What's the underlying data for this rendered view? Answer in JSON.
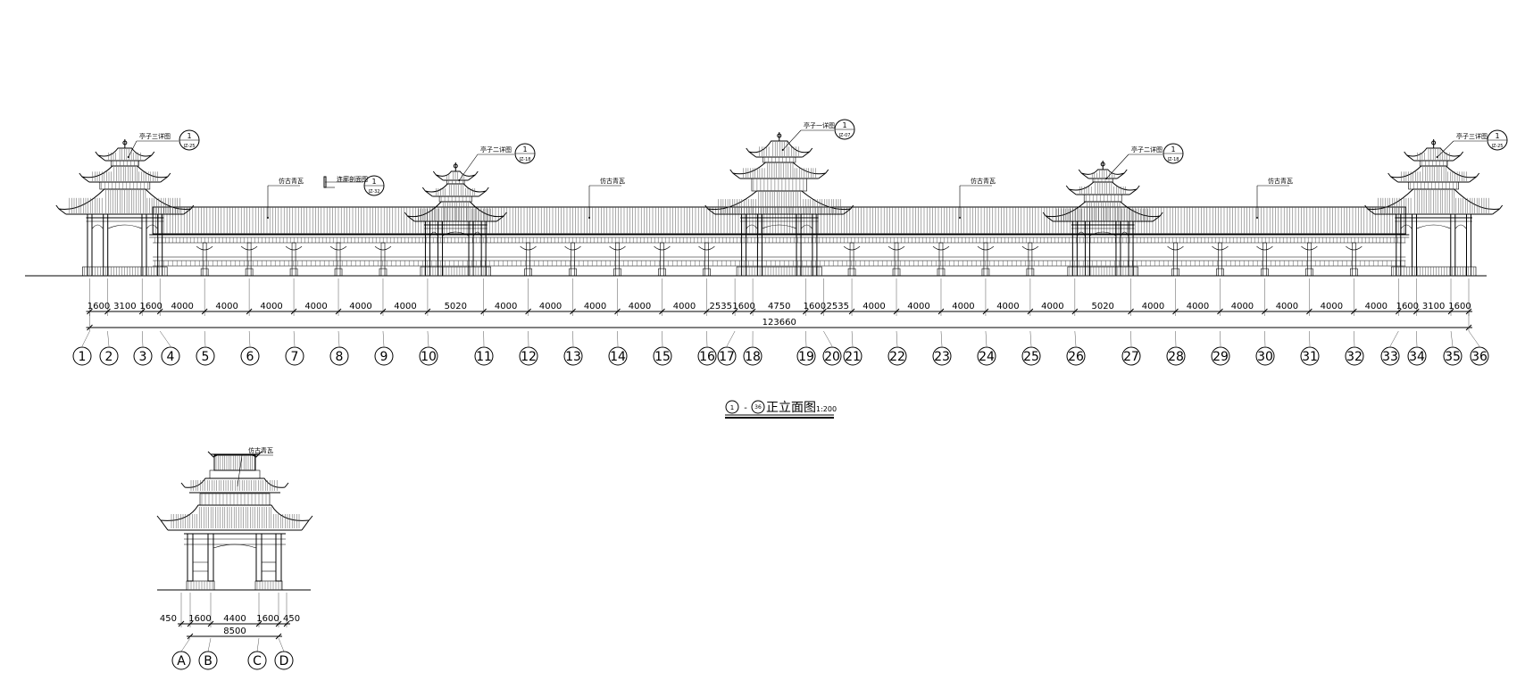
{
  "main_elevation": {
    "axes": [
      "1",
      "2",
      "3",
      "4",
      "5",
      "6",
      "7",
      "8",
      "9",
      "10",
      "11",
      "12",
      "13",
      "14",
      "15",
      "16",
      "17",
      "18",
      "19",
      "20",
      "21",
      "22",
      "23",
      "24",
      "25",
      "26",
      "27",
      "28",
      "29",
      "30",
      "31",
      "32",
      "33",
      "34",
      "35",
      "36"
    ],
    "spans": [
      1600,
      3100,
      1600,
      4000,
      4000,
      4000,
      4000,
      4000,
      4000,
      5020,
      4000,
      4000,
      4000,
      4000,
      4000,
      2535,
      1600,
      4750,
      1600,
      2535,
      4000,
      4000,
      4000,
      4000,
      4000,
      5020,
      4000,
      4000,
      4000,
      4000,
      4000,
      4000,
      1600,
      3100,
      1600
    ],
    "total": "123660",
    "pavilions": [
      {
        "label": "亭子三详图",
        "tag_top": "1",
        "tag_bottom": "JZ-25"
      },
      {
        "label": "亭子二详图",
        "tag_top": "1",
        "tag_bottom": "JZ-18"
      },
      {
        "label": "亭子一详图",
        "tag_top": "1",
        "tag_bottom": "JZ-07"
      },
      {
        "label": "亭子二详图",
        "tag_top": "1",
        "tag_bottom": "JZ-18"
      },
      {
        "label": "亭子三详图",
        "tag_top": "1",
        "tag_bottom": "JZ-25"
      }
    ],
    "roof_label": "仿古青瓦",
    "section_label": "连廊剖面图",
    "section_tag_top": "1",
    "section_tag_bottom": "JZ-32",
    "title_start": "1",
    "title_dash": "-",
    "title_end": "36",
    "title_text": "正立面图",
    "scale": "1:200"
  },
  "side_elevation": {
    "roof_label": "仿古青瓦",
    "axes": [
      "A",
      "B",
      "C",
      "D"
    ],
    "spans": [
      "450",
      "1600",
      "4400",
      "1600",
      "450"
    ],
    "total": "8500"
  }
}
